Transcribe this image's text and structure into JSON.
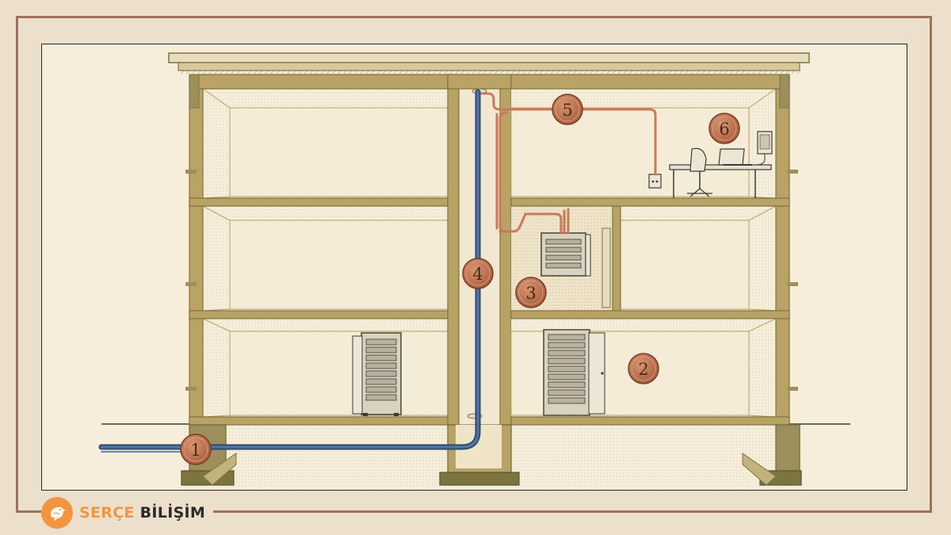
{
  "brand": {
    "name_part1": "SERÇE",
    "name_part2": "BİLİŞİM",
    "logo_icon": "sparrow-icon"
  },
  "callouts": [
    {
      "id": "callout-1",
      "label": "1"
    },
    {
      "id": "callout-2",
      "label": "2"
    },
    {
      "id": "callout-3",
      "label": "3"
    },
    {
      "id": "callout-4",
      "label": "4"
    },
    {
      "id": "callout-5",
      "label": "5"
    },
    {
      "id": "callout-6",
      "label": "6"
    }
  ],
  "colors": {
    "background": "#ecdfcb",
    "paper": "#f6eedb",
    "frame": "#a0715a",
    "structure": "#b8a264",
    "structure_dark": "#7d7440",
    "backbone_cable": "#3f5f8c",
    "copper_cable": "#c97a5a",
    "callout_fill": "#b56b48",
    "brand_orange": "#f3953f",
    "brand_dark": "#2d2a2b"
  }
}
